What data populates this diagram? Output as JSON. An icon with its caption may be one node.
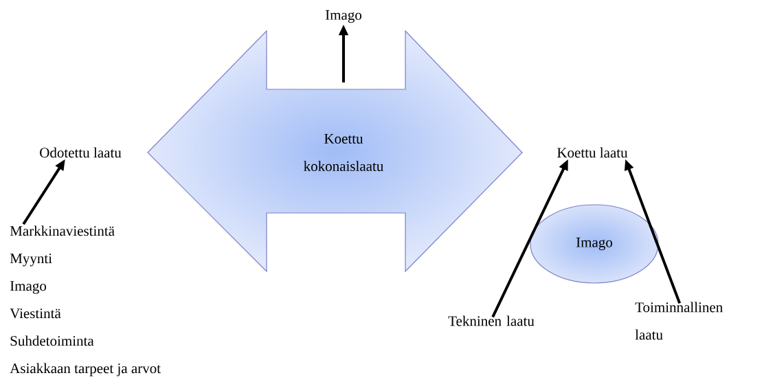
{
  "diagram": {
    "nodes": [
      {
        "text": [
          "Koettu kokonaislaatu"
        ]
      },
      {
        "text": [
          "Imago"
        ]
      },
      {
        "text": [
          "Odotettu laatu"
        ]
      },
      {
        "text": [
          "Markkinaviestintä",
          "Myynti",
          "Imago",
          "Viestintä",
          "Suhdetoiminta",
          "Asiakkaan tarpeet ja arvot"
        ]
      },
      {
        "text": [
          "Koettu laatu"
        ]
      },
      {
        "text": [
          "Imago"
        ]
      },
      {
        "text": [
          "Tekninen laatu"
        ]
      },
      {
        "text": [
          "Toiminnallinen laatu"
        ]
      }
    ],
    "edges": [
      {
        "from": 0,
        "to": 1,
        "arrow": "to"
      },
      {
        "from": 3,
        "to": 2,
        "arrow": "to"
      },
      {
        "from": 6,
        "to": 4,
        "arrow": "to"
      },
      {
        "from": 7,
        "to": 4,
        "arrow": "to"
      }
    ]
  }
}
